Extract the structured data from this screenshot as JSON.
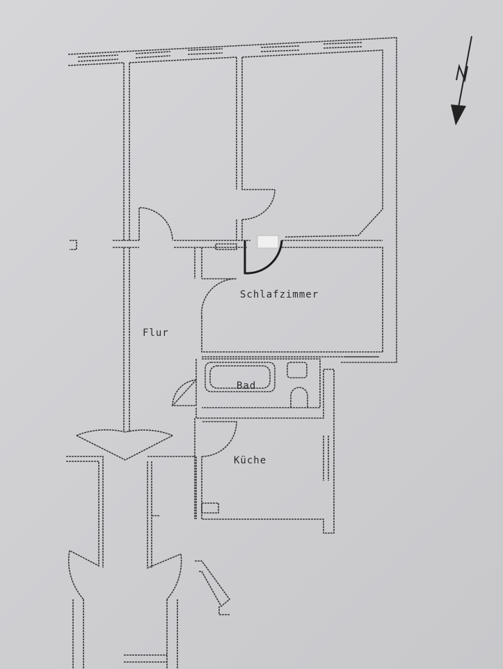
{
  "rooms": {
    "schlafzimmer": "Schlafzimmer",
    "flur": "Flur",
    "bad": "Bad",
    "kueche": "Küche"
  },
  "north_arrow": {
    "label": "N",
    "icon": "north-arrow-icon"
  },
  "colors": {
    "paper": "#d2d2d5",
    "ink": "#3a3a3c"
  }
}
